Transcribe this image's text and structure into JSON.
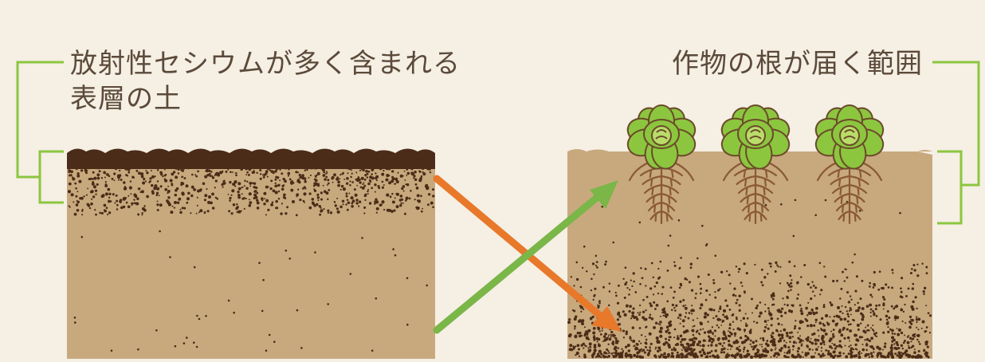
{
  "labels": {
    "left_line1": "放射性セシウムが多く含まれる",
    "left_line2": "表層の土",
    "right_line1": "作物の根が届く範囲"
  },
  "colors": {
    "background": "#f5efe4",
    "soil": "#c8a97e",
    "dark_soil": "#4a2c18",
    "bracket": "#8cc63f",
    "arrow_orange": "#e8782a",
    "arrow_green": "#7ab648",
    "leaf": "#8cc63f",
    "leaf_outline": "#6b4a2a",
    "root": "#8a5a34",
    "text": "#5b4a3a"
  },
  "icons": [
    "soil-block-left-icon",
    "soil-block-right-icon",
    "plant-icon",
    "root-icon",
    "orange-arrow-icon",
    "green-arrow-icon"
  ]
}
